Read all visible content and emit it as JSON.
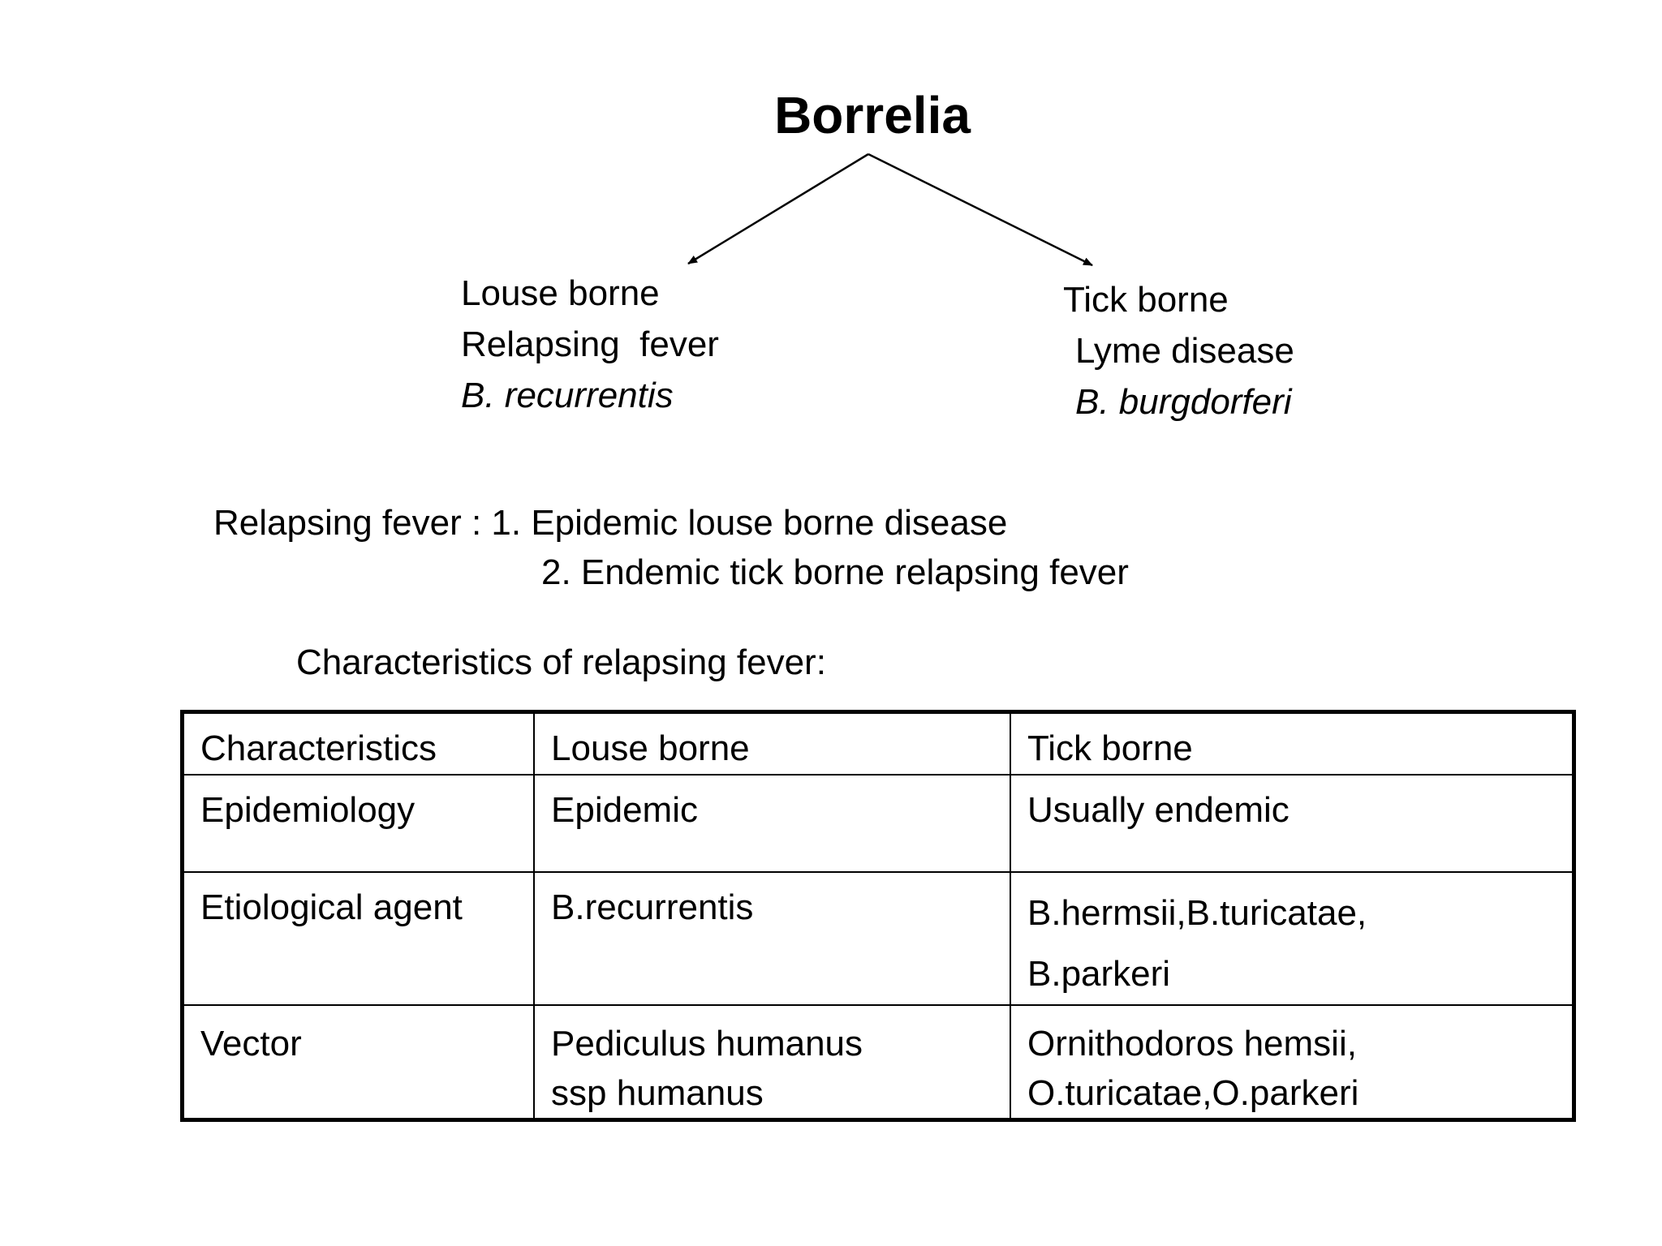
{
  "title": "Borrelia",
  "left_branch": {
    "line1": "Louse borne",
    "line2": "Relapsing  fever",
    "line3": "B. recurrentis"
  },
  "right_branch": {
    "line1": "Tick borne",
    "line2": "Lyme disease",
    "line3": "B. burgdorferi"
  },
  "relapsing_types": {
    "line1": "Relapsing fever : 1. Epidemic louse borne disease",
    "line2": "2. Endemic tick borne relapsing fever"
  },
  "table_caption": "Characteristics of relapsing fever:",
  "table": {
    "headers": [
      "Characteristics",
      "Louse borne",
      "Tick borne"
    ],
    "rows": [
      {
        "label": "Epidemiology",
        "louse": [
          "Epidemic"
        ],
        "tick": [
          "Usually endemic"
        ]
      },
      {
        "label": "Etiological agent",
        "louse": [
          "B.recurrentis"
        ],
        "tick": [
          "B.hermsii,B.turicatae,",
          "B.parkeri"
        ]
      },
      {
        "label": "Vector",
        "louse": [
          "Pediculus humanus",
          "ssp humanus"
        ],
        "tick": [
          "Ornithodoros hemsii,",
          "O.turicatae,O.parkeri"
        ]
      }
    ]
  }
}
